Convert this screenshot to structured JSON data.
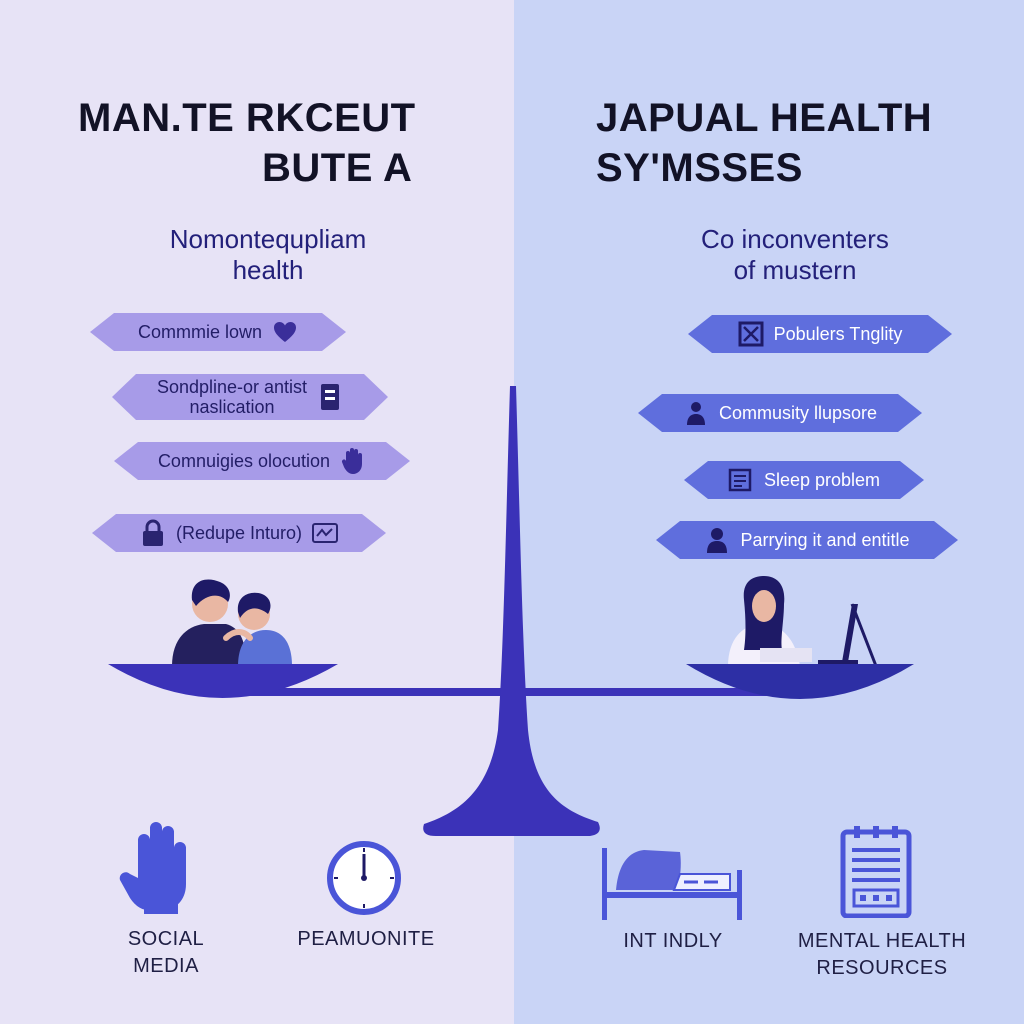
{
  "left": {
    "title_line1": "MAN.TE RKCEUT",
    "title_line2": "BUTE A",
    "subtitle_line1": "Nomontequpliam",
    "subtitle_line2": "health",
    "tags": [
      {
        "line1": "Commmie lown",
        "line2": "",
        "icon": "heart-icon"
      },
      {
        "line1": "Sondpline-or antist",
        "line2": "naslication",
        "icon": "document-icon"
      },
      {
        "line1": "Comnuigies olocution",
        "line2": "",
        "icon": "hand-icon"
      },
      {
        "line1": "(Redupe Inturo)",
        "line2": "",
        "icon": "lock-icon"
      }
    ],
    "bottom": [
      {
        "line1": "SOCIAL",
        "line2": "MEDIA",
        "icon": "hand-icon"
      },
      {
        "line1": "PEAMUONITE",
        "line2": "",
        "icon": "clock-icon"
      }
    ]
  },
  "right": {
    "title_line1": "JAPUAL HEALTH",
    "title_line2": "SY'MSSES",
    "subtitle_line1": "Co inconventers",
    "subtitle_line2": "of mustern",
    "tags": [
      {
        "line1": "Pobulers Tnglity",
        "icon": "checkbox-icon"
      },
      {
        "line1": "Commusity llupsore",
        "icon": "person-icon"
      },
      {
        "line1": "Sleep problem",
        "icon": "notepad-icon"
      },
      {
        "line1": "Parrying it and entitle",
        "icon": "person-icon"
      }
    ],
    "bottom": [
      {
        "line1": "INT INDLY",
        "line2": "",
        "icon": "bed-icon"
      },
      {
        "line1": "MENTAL HEALTH",
        "line2": "RESOURCES",
        "icon": "clipboard-icon"
      }
    ]
  },
  "colors": {
    "left_bg": "#e7e3f6",
    "right_bg": "#c9d4f6",
    "scale": "#3b32b8",
    "left_tag": "#a79be8",
    "right_tag": "#5f6edd"
  }
}
